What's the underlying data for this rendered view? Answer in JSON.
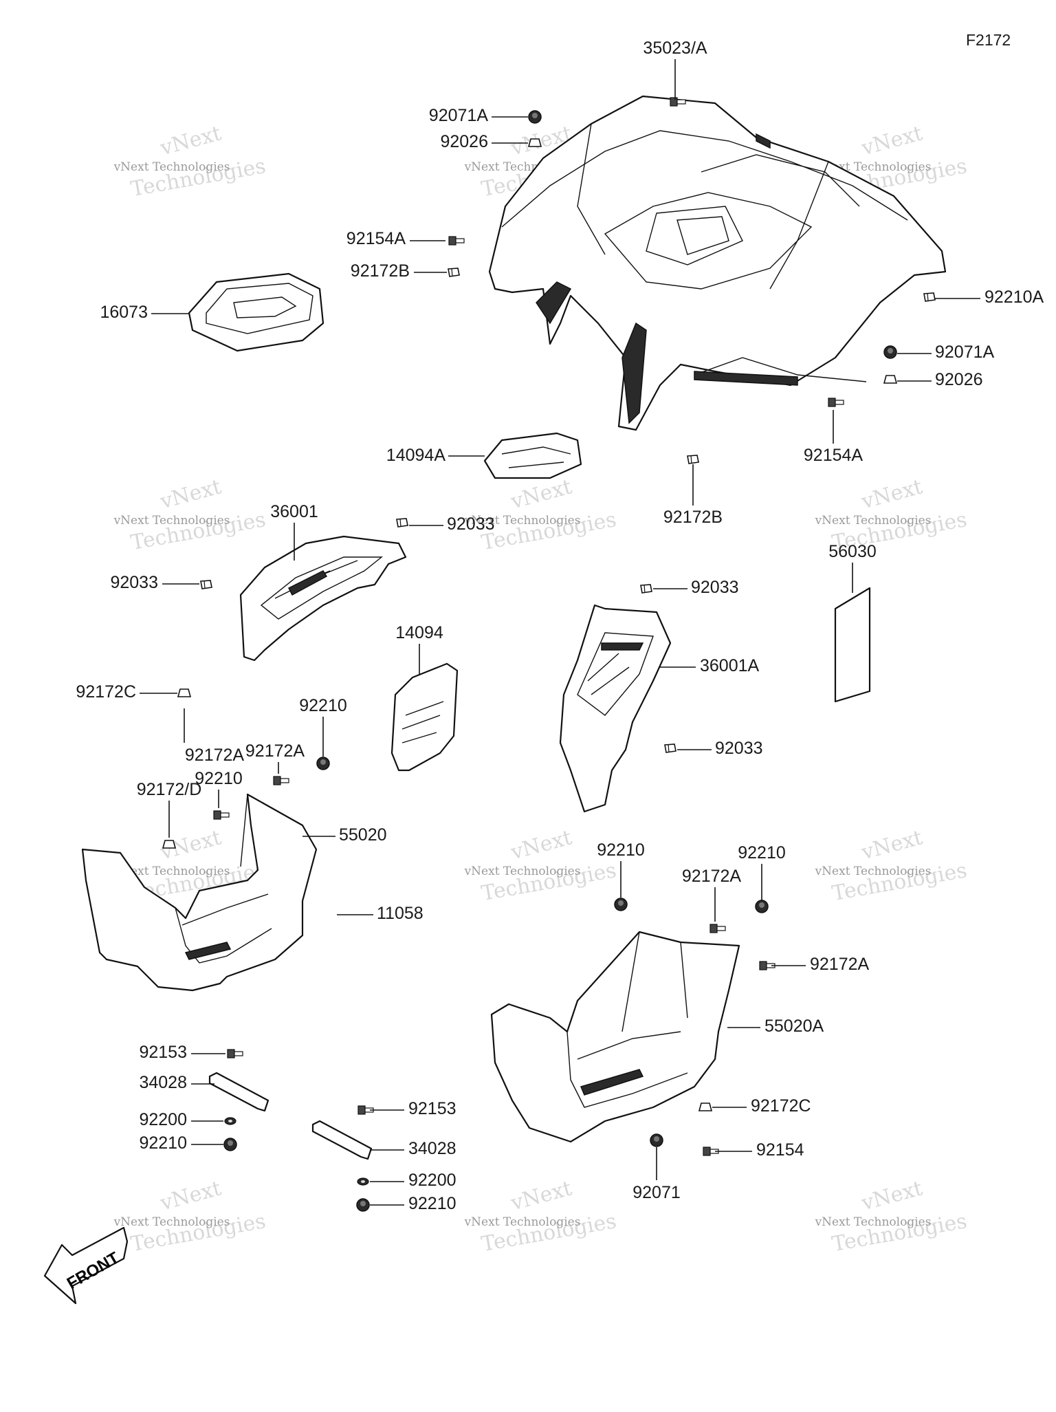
{
  "diagram_code": "F2172",
  "front_arrow_text": "FRONT",
  "watermark": {
    "line1": "vNext Technologies",
    "line2": "Technologies",
    "brand": "vNext"
  },
  "callouts": [
    {
      "id": "c01",
      "label": "35023/A"
    },
    {
      "id": "c02",
      "label": "92071A"
    },
    {
      "id": "c03",
      "label": "92026"
    },
    {
      "id": "c04",
      "label": "92154A"
    },
    {
      "id": "c05",
      "label": "92172B"
    },
    {
      "id": "c06",
      "label": "16073"
    },
    {
      "id": "c07",
      "label": "92210A"
    },
    {
      "id": "c08",
      "label": "92071A"
    },
    {
      "id": "c09",
      "label": "92026"
    },
    {
      "id": "c10",
      "label": "92154A"
    },
    {
      "id": "c11",
      "label": "14094A"
    },
    {
      "id": "c12",
      "label": "92172B"
    },
    {
      "id": "c13",
      "label": "36001"
    },
    {
      "id": "c14",
      "label": "92033"
    },
    {
      "id": "c15",
      "label": "92033"
    },
    {
      "id": "c16",
      "label": "56030"
    },
    {
      "id": "c17",
      "label": "92033"
    },
    {
      "id": "c18",
      "label": "14094"
    },
    {
      "id": "c19",
      "label": "36001A"
    },
    {
      "id": "c20",
      "label": "92172C"
    },
    {
      "id": "c21",
      "label": "92210"
    },
    {
      "id": "c22",
      "label": "92172A"
    },
    {
      "id": "c23",
      "label": "92172A"
    },
    {
      "id": "c24",
      "label": "92033"
    },
    {
      "id": "c25",
      "label": "92172/D"
    },
    {
      "id": "c26",
      "label": "55020"
    },
    {
      "id": "c27",
      "label": "92210"
    },
    {
      "id": "c28",
      "label": "92210"
    },
    {
      "id": "c29",
      "label": "92172A"
    },
    {
      "id": "c30",
      "label": "92210"
    },
    {
      "id": "c31",
      "label": "11058"
    },
    {
      "id": "c32",
      "label": "92172A"
    },
    {
      "id": "c33",
      "label": "55020A"
    },
    {
      "id": "c34",
      "label": "92153"
    },
    {
      "id": "c35",
      "label": "34028"
    },
    {
      "id": "c36",
      "label": "92153"
    },
    {
      "id": "c37",
      "label": "92200"
    },
    {
      "id": "c38",
      "label": "92210"
    },
    {
      "id": "c39",
      "label": "34028"
    },
    {
      "id": "c40",
      "label": "92172C"
    },
    {
      "id": "c41",
      "label": "92154"
    },
    {
      "id": "c42",
      "label": "92200"
    },
    {
      "id": "c43",
      "label": "92210"
    },
    {
      "id": "c44",
      "label": "92071"
    }
  ]
}
